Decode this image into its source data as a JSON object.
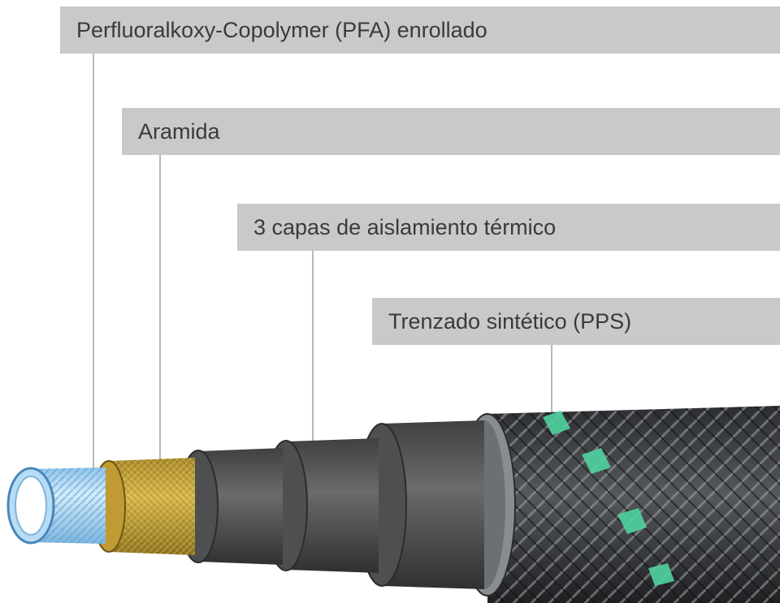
{
  "labels": {
    "pfa": "Perfluoralkoxy-Copolymer (PFA) enrollado",
    "aramid": "Aramida",
    "thermal": "3 capas de aislamiento térmico",
    "pps": "Trenzado sintético (PPS)"
  },
  "colors": {
    "label_bg": "#c9c9c9",
    "label_text": "#3a3a3a",
    "pfa": "#a9d4ef",
    "aramid": "#c9a43a",
    "insulation": "#555555",
    "braid_dark": "#3b3d40",
    "braid_accent": "#4fd3a0"
  },
  "icons": [
    "hose-cross-section-diagram"
  ]
}
